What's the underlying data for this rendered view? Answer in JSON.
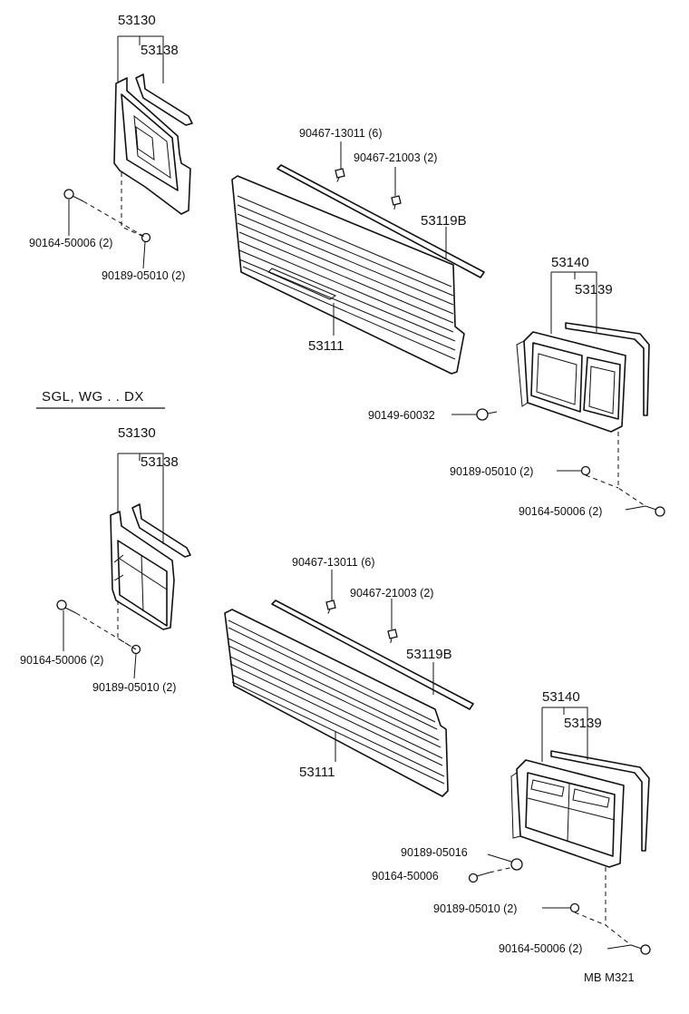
{
  "section_heading": "SGL, WG . . DX",
  "diagram_code": "MB  M321",
  "upper_labels": {
    "lamp_l_assy": "53130",
    "lamp_l_trim": "53138",
    "bolt_l": "90164-50006 (2)",
    "nut_l": "90189-05010 (2)",
    "clip_a": "90467-13011 (6)",
    "clip_b": "90467-21003 (2)",
    "molding": "53119B",
    "grille": "53111",
    "lamp_r_assy": "53140",
    "lamp_r_trim": "53139",
    "screw_r": "90149-60032",
    "nut_r": "90189-05010 (2)",
    "bolt_r": "90164-50006 (2)"
  },
  "lower_labels": {
    "lamp_l_assy": "53130",
    "lamp_l_trim": "53138",
    "bolt_l": "90164-50006 (2)",
    "nut_l": "90189-05010 (2)",
    "clip_a": "90467-13011 (6)",
    "clip_b": "90467-21003 (2)",
    "molding": "53119B",
    "grille": "53111",
    "lamp_r_assy": "53140",
    "lamp_r_trim": "53139",
    "nut_extra": "90189-05016",
    "bolt_extra": "90164-50006",
    "nut_r": "90189-05010 (2)",
    "bolt_r": "90164-50006 (2)"
  }
}
